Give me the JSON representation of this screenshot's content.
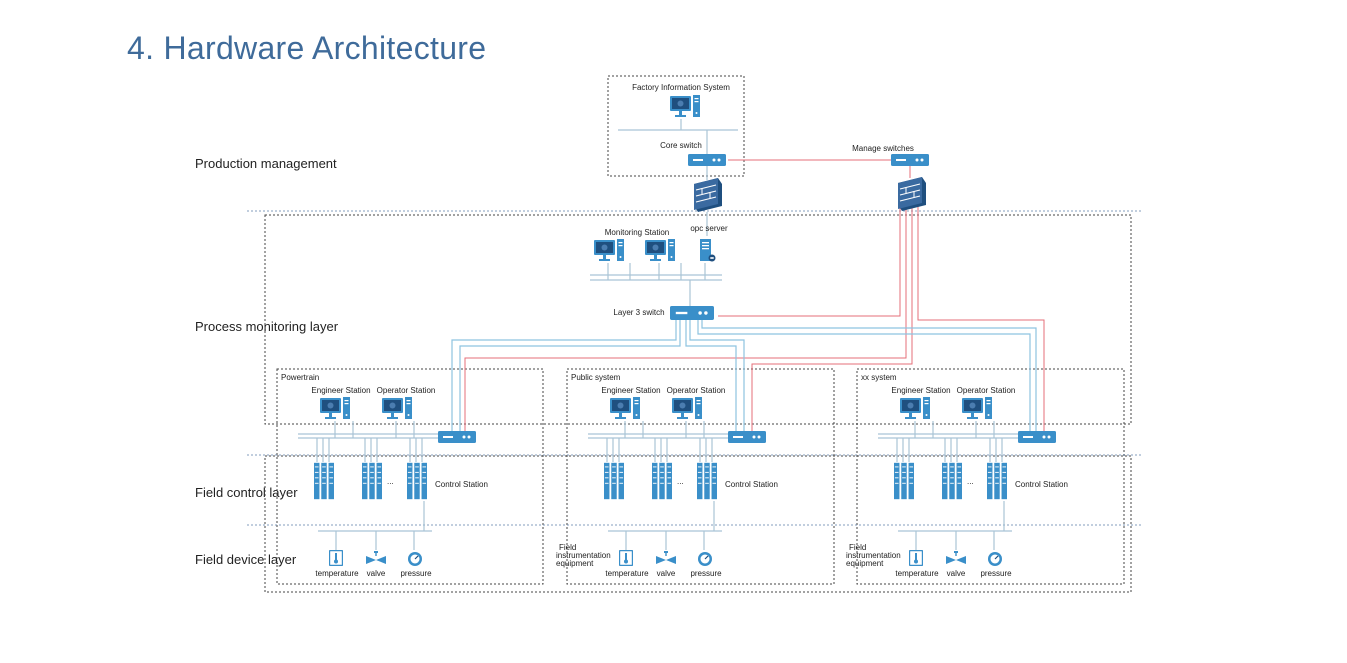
{
  "title": "4. Hardware Architecture",
  "layers": {
    "production": "Production management",
    "process": "Process monitoring layer",
    "field_control": "Field control layer",
    "field_device": "Field device layer"
  },
  "top": {
    "factory_info": "Factory Information System",
    "core_switch": "Core switch",
    "manage_switches": "Manage switches"
  },
  "process": {
    "monitoring_station": "Monitoring Station",
    "opc_server": "opc server",
    "layer3_switch": "Layer 3 switch"
  },
  "systems": [
    {
      "name": "Powertrain",
      "engineer": "Engineer Station",
      "operator": "Operator Station",
      "ellipsis": "...",
      "control": "Control Station",
      "instr": [
        "",
        "",
        ""
      ],
      "device_labels": [
        "temperature",
        "valve",
        "pressure"
      ]
    },
    {
      "name": "Public system",
      "engineer": "Engineer Station",
      "operator": "Operator Station",
      "ellipsis": "...",
      "control": "Control Station",
      "instr": [
        "Field",
        "instrumentation",
        "equipment"
      ],
      "device_labels": [
        "temperature",
        "valve",
        "pressure"
      ]
    },
    {
      "name": "xx system",
      "engineer": "Engineer Station",
      "operator": "Operator Station",
      "ellipsis": "...",
      "control": "Control Station",
      "instr": [
        "Field",
        "instrumentation",
        "equipment"
      ],
      "device_labels": [
        "temperature",
        "valve",
        "pressure"
      ]
    }
  ],
  "icons": [
    "computer-icon",
    "server-tower-icon",
    "network-switch-icon",
    "firewall-icon",
    "controller-rack-icon",
    "temperature-gauge-icon",
    "valve-icon",
    "pressure-gauge-icon"
  ],
  "colors": {
    "title": "#3f6b9a",
    "device_blue": "#3a8fc9",
    "monitor_navy": "#1f4f7f",
    "link_red": "#e46f7a",
    "link_light_blue": "#8ec3e0"
  }
}
